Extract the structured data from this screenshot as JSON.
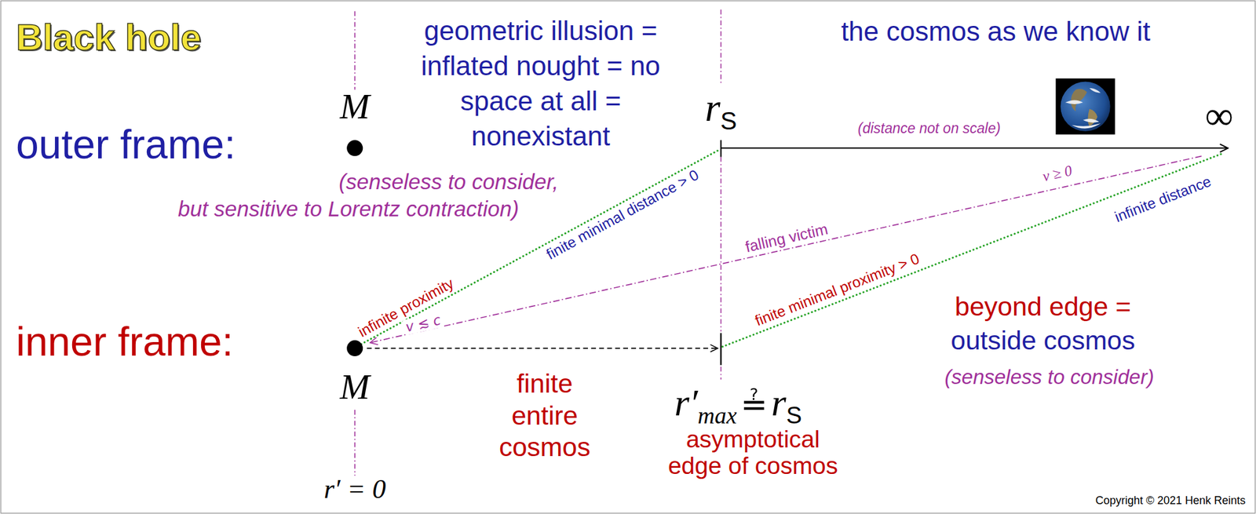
{
  "diagram": {
    "title": "Black hole",
    "labels": [
      "geometric illusion = inflated nought = no space at all = nonexistant",
      "the cosmos as we know it",
      "outer frame:",
      "M",
      "(senseless to consider,",
      "but sensitive to Lorentz contraction)",
      "r",
      "S",
      "(distance not on scale)",
      "∞",
      "infinite proximity",
      "finite minimal distance > 0",
      "falling victim",
      "v ≥ 0",
      "infinite distance",
      "v ≲ c",
      "finite minimal proximity > 0",
      "inner frame:",
      "beyond edge =",
      "outside cosmos",
      "(senseless to consider)",
      "M",
      "finite entire cosmos",
      "r′",
      "max",
      "≟",
      "r",
      "S",
      "asymptotical edge of cosmos",
      "r′ = 0",
      "Copyright © 2021 Henk Reints"
    ]
  }
}
